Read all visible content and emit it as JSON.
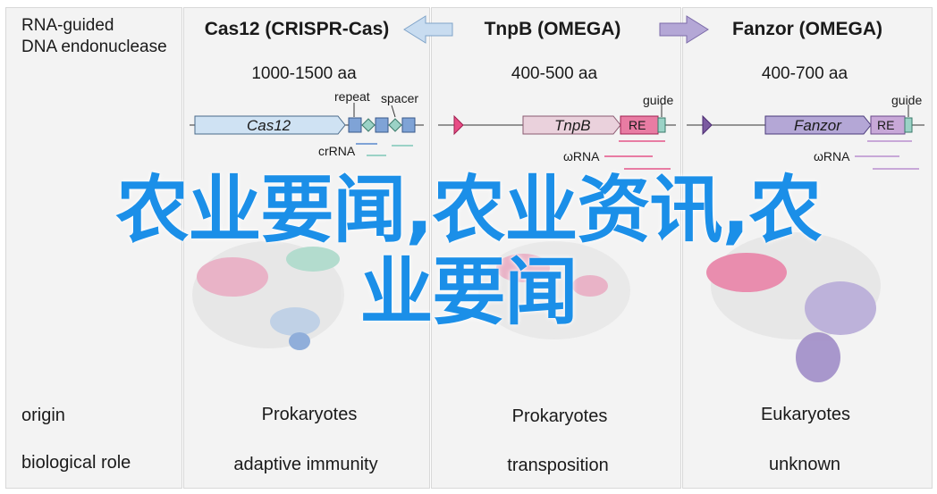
{
  "header_left": {
    "line1": "RNA-guided",
    "line2": "DNA endonuclease"
  },
  "columns": [
    {
      "title": "Cas12 (CRISPR-Cas)",
      "length": "1000-1500 aa",
      "gene": "Cas12",
      "labels": {
        "repeat": "repeat",
        "spacer": "spacer",
        "rna": "crRNA"
      },
      "origin": "Prokaryotes",
      "role": "adaptive immunity"
    },
    {
      "title": "TnpB (OMEGA)",
      "length": "400-500 aa",
      "gene": "TnpB",
      "labels": {
        "guide": "guide",
        "re": "RE",
        "rna": "ωRNA"
      },
      "origin": "Prokaryotes",
      "role": "transposition"
    },
    {
      "title": "Fanzor (OMEGA)",
      "length": "400-700 aa",
      "gene": "Fanzor",
      "labels": {
        "guide": "guide",
        "re": "RE",
        "rna": "ωRNA"
      },
      "origin": "Eukaryotes",
      "role": "unknown"
    }
  ],
  "rows": {
    "origin": "origin",
    "role": "biological role"
  },
  "overlay": {
    "line1": "农业要闻,农业资讯,农",
    "line2": "业要闻"
  },
  "colors": {
    "cas12": "#cfe2f3",
    "tnpb": "#ead1dc",
    "fanzor": "#b4a7d6",
    "arrow": "#a9c8e8",
    "overlay": "#1b8fe8"
  }
}
